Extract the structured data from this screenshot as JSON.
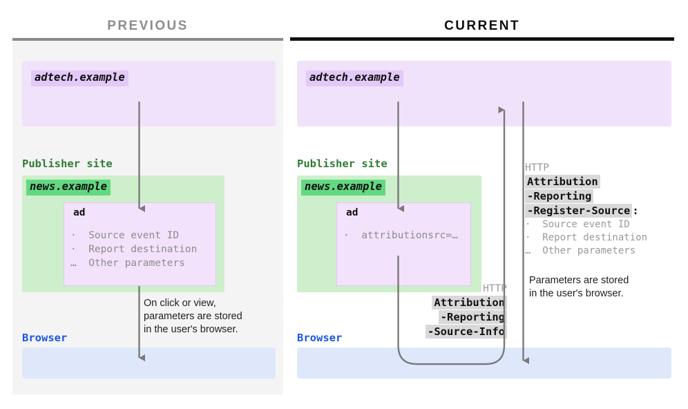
{
  "panels": {
    "previous": {
      "heading": "PREVIOUS",
      "adtech_chip": "adtech.example",
      "publisher_label": "Publisher site",
      "news_chip": "news.example",
      "ad_title": "ad",
      "ad_params": "·  Source event ID\n·  Report destination\n…  Other parameters",
      "annotation": "On click or view,\nparameters are stored\nin the user's browser.",
      "browser_label": "Browser"
    },
    "current": {
      "heading": "CURRENT",
      "adtech_chip": "adtech.example",
      "publisher_label": "Publisher site",
      "news_chip": "news.example",
      "ad_title": "ad",
      "ad_params": "·  attributionsrc=…",
      "annotation": "Parameters are stored\nin the user's browser.",
      "browser_label": "Browser",
      "callout_register": {
        "protocol": "HTTP",
        "header_line_1": "Attribution",
        "header_line_2": "-Reporting",
        "header_line_3": "-Register-Source",
        "colon": ":",
        "params": "·  Source event ID\n·  Report destination\n…  Other parameters"
      },
      "callout_source_info": {
        "protocol": "HTTP",
        "header_line_1": "Attribution",
        "header_line_2": "-Reporting",
        "header_line_3": "-Source-Info"
      }
    }
  },
  "colors": {
    "adtech_region": "#f1e2fb",
    "adtech_chip": "#e2c9f7",
    "publisher_region": "#ceefcb",
    "news_chip": "#63d882",
    "browser_region": "#dfe8fb",
    "ad_box": "#f2e2fb",
    "publisher_label": "#2f7d32",
    "browser_label": "#1a56e8",
    "arrow": "#7a7a7a",
    "header_highlight": "#d9d9d9",
    "previous_heading": "#8c8c8c",
    "current_heading": "#0d0d0d"
  }
}
